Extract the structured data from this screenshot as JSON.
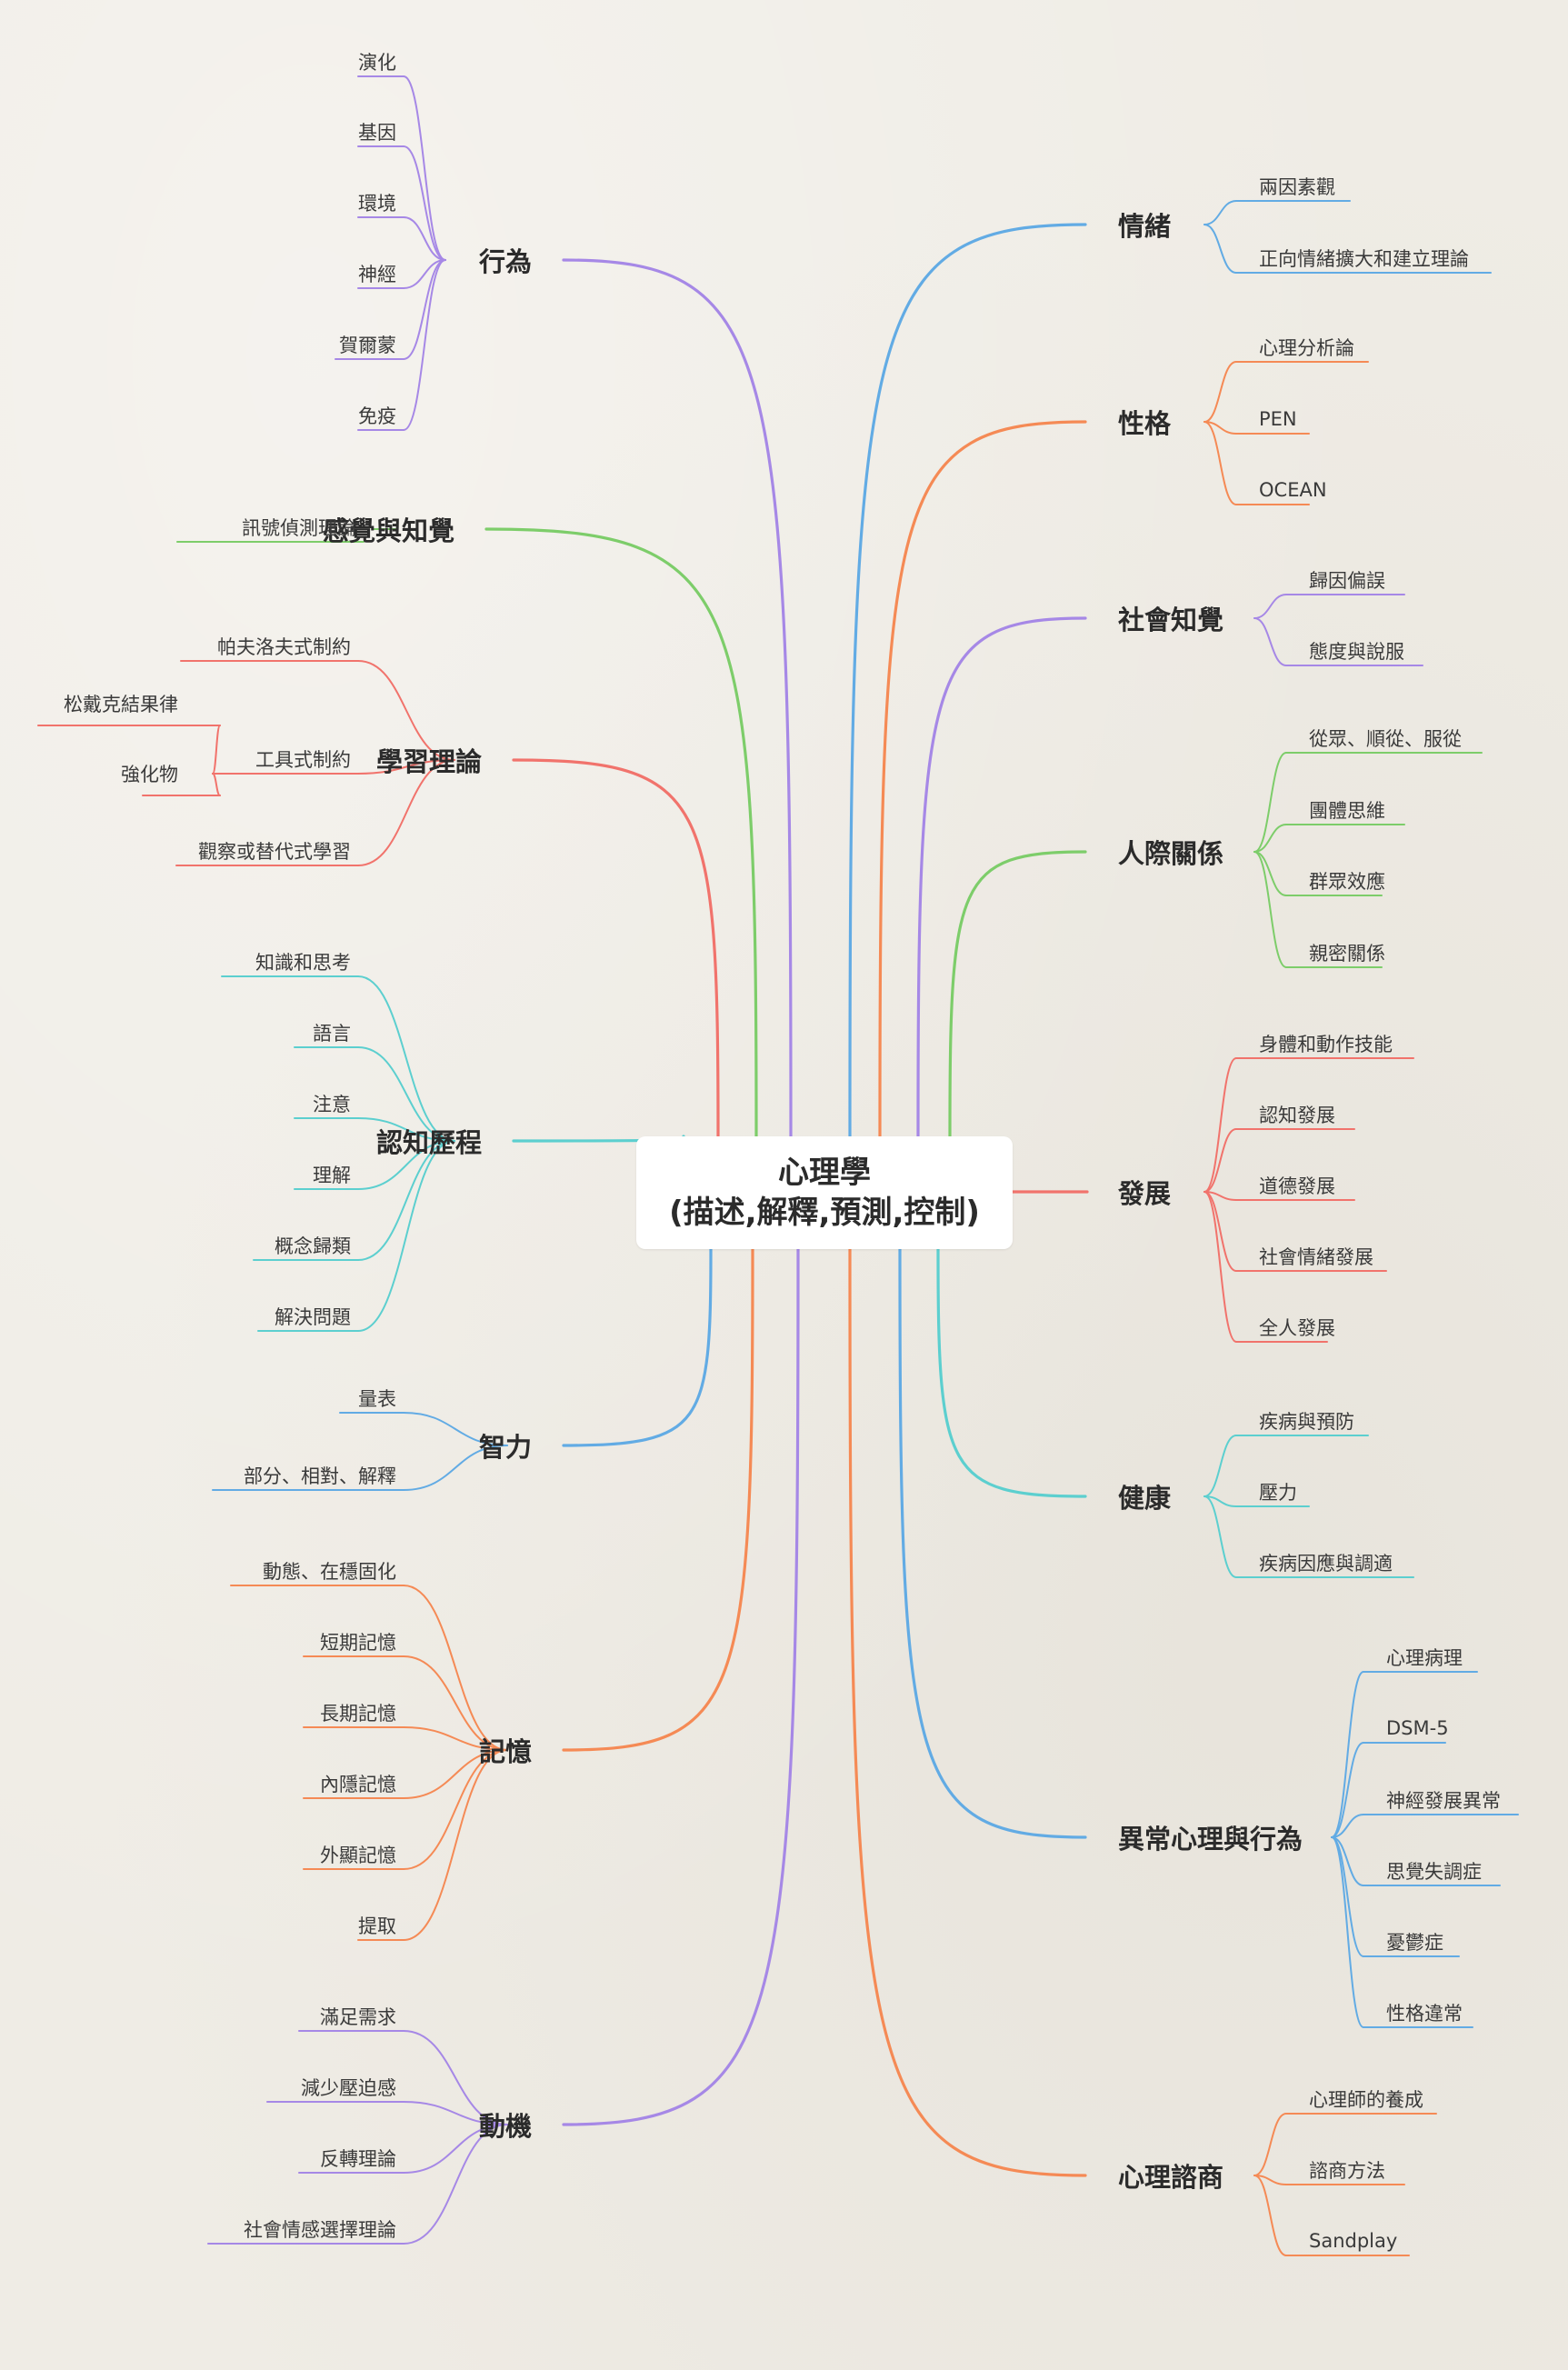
{
  "center": {
    "line1": "心理學",
    "line2": "(描述,解釋,預測,控制)"
  },
  "colors": {
    "purple": "#a688e6",
    "green": "#7dcd6a",
    "red": "#f1736c",
    "teal": "#5ccfcf",
    "blue": "#62abe4",
    "orange": "#f58a55"
  },
  "left_topics": [
    {
      "id": "behavior",
      "label": "行為",
      "color": "purple",
      "children": [
        {
          "label": "演化"
        },
        {
          "label": "基因"
        },
        {
          "label": "環境"
        },
        {
          "label": "神經"
        },
        {
          "label": "賀爾蒙"
        },
        {
          "label": "免疫"
        }
      ]
    },
    {
      "id": "sensation",
      "label": "感覺與知覺",
      "color": "green",
      "children": [
        {
          "label": "訊號偵測理論"
        }
      ]
    },
    {
      "id": "learning",
      "label": "學習理論",
      "color": "red",
      "children": [
        {
          "label": "帕夫洛夫式制約"
        },
        {
          "label": "工具式制約",
          "children": [
            {
              "label": "松戴克結果律"
            },
            {
              "label": "強化物"
            }
          ]
        },
        {
          "label": "觀察或替代式學習"
        }
      ]
    },
    {
      "id": "cognition",
      "label": "認知歷程",
      "color": "teal",
      "children": [
        {
          "label": "知識和思考"
        },
        {
          "label": "語言"
        },
        {
          "label": "注意"
        },
        {
          "label": "理解"
        },
        {
          "label": "概念歸類"
        },
        {
          "label": "解決問題"
        }
      ]
    },
    {
      "id": "intelligence",
      "label": "智力",
      "color": "blue",
      "children": [
        {
          "label": "量表"
        },
        {
          "label": "部分、相對、解釋"
        }
      ]
    },
    {
      "id": "memory",
      "label": "記憶",
      "color": "orange",
      "children": [
        {
          "label": "動態、在穩固化"
        },
        {
          "label": "短期記憶"
        },
        {
          "label": "長期記憶"
        },
        {
          "label": "內隱記憶"
        },
        {
          "label": "外顯記憶"
        },
        {
          "label": "提取"
        }
      ]
    },
    {
      "id": "motivation",
      "label": "動機",
      "color": "purple",
      "children": [
        {
          "label": "滿足需求"
        },
        {
          "label": "減少壓迫感"
        },
        {
          "label": "反轉理論"
        },
        {
          "label": "社會情感選擇理論"
        }
      ]
    }
  ],
  "right_topics": [
    {
      "id": "emotion",
      "label": "情緒",
      "color": "blue",
      "children": [
        {
          "label": "兩因素觀"
        },
        {
          "label": "正向情緒擴大和建立理論"
        }
      ]
    },
    {
      "id": "personality",
      "label": "性格",
      "color": "orange",
      "children": [
        {
          "label": "心理分析論"
        },
        {
          "label": "PEN"
        },
        {
          "label": "OCEAN"
        }
      ]
    },
    {
      "id": "social-perception",
      "label": "社會知覺",
      "color": "purple",
      "children": [
        {
          "label": "歸因偏誤"
        },
        {
          "label": "態度與說服"
        }
      ]
    },
    {
      "id": "relationships",
      "label": "人際關係",
      "color": "green",
      "children": [
        {
          "label": "從眾、順從、服從"
        },
        {
          "label": "團體思維"
        },
        {
          "label": "群眾效應"
        },
        {
          "label": "親密關係"
        }
      ]
    },
    {
      "id": "development",
      "label": "發展",
      "color": "red",
      "children": [
        {
          "label": "身體和動作技能"
        },
        {
          "label": "認知發展"
        },
        {
          "label": "道德發展"
        },
        {
          "label": "社會情緒發展"
        },
        {
          "label": "全人發展"
        }
      ]
    },
    {
      "id": "health",
      "label": "健康",
      "color": "teal",
      "children": [
        {
          "label": "疾病與預防"
        },
        {
          "label": "壓力"
        },
        {
          "label": "疾病因應與調適"
        }
      ]
    },
    {
      "id": "abnormal",
      "label": "異常心理與行為",
      "color": "blue",
      "children": [
        {
          "label": "心理病理"
        },
        {
          "label": "DSM-5"
        },
        {
          "label": "神經發展異常"
        },
        {
          "label": "思覺失調症"
        },
        {
          "label": "憂鬱症"
        },
        {
          "label": "性格違常"
        }
      ]
    },
    {
      "id": "counseling",
      "label": "心理諮商",
      "color": "orange",
      "children": [
        {
          "label": "心理師的養成"
        },
        {
          "label": "諮商方法"
        },
        {
          "label": "Sandplay"
        }
      ]
    }
  ]
}
